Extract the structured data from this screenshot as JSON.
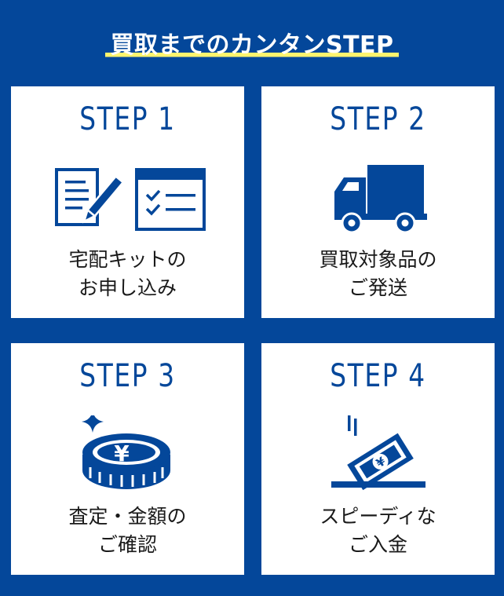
{
  "page": {
    "title": "買取までのカンタンSTEP"
  },
  "colors": {
    "background": "#04479a",
    "card": "#ffffff",
    "accent": "#04479a",
    "highlight": "#fff46e"
  },
  "steps": [
    {
      "label": "STEP 1",
      "line1": "宅配キットの",
      "line2": "お申し込み",
      "icons": [
        "document-pen-icon",
        "checklist-window-icon"
      ]
    },
    {
      "label": "STEP 2",
      "line1": "買取対象品の",
      "line2": "ご発送",
      "icons": [
        "delivery-truck-icon"
      ]
    },
    {
      "label": "STEP 3",
      "line1": "査定・金額の",
      "line2": "ご確認",
      "icons": [
        "yen-coin-icon"
      ]
    },
    {
      "label": "STEP 4",
      "line1": "スピーディな",
      "line2": "ご入金",
      "icons": [
        "yen-bill-icon"
      ]
    }
  ]
}
